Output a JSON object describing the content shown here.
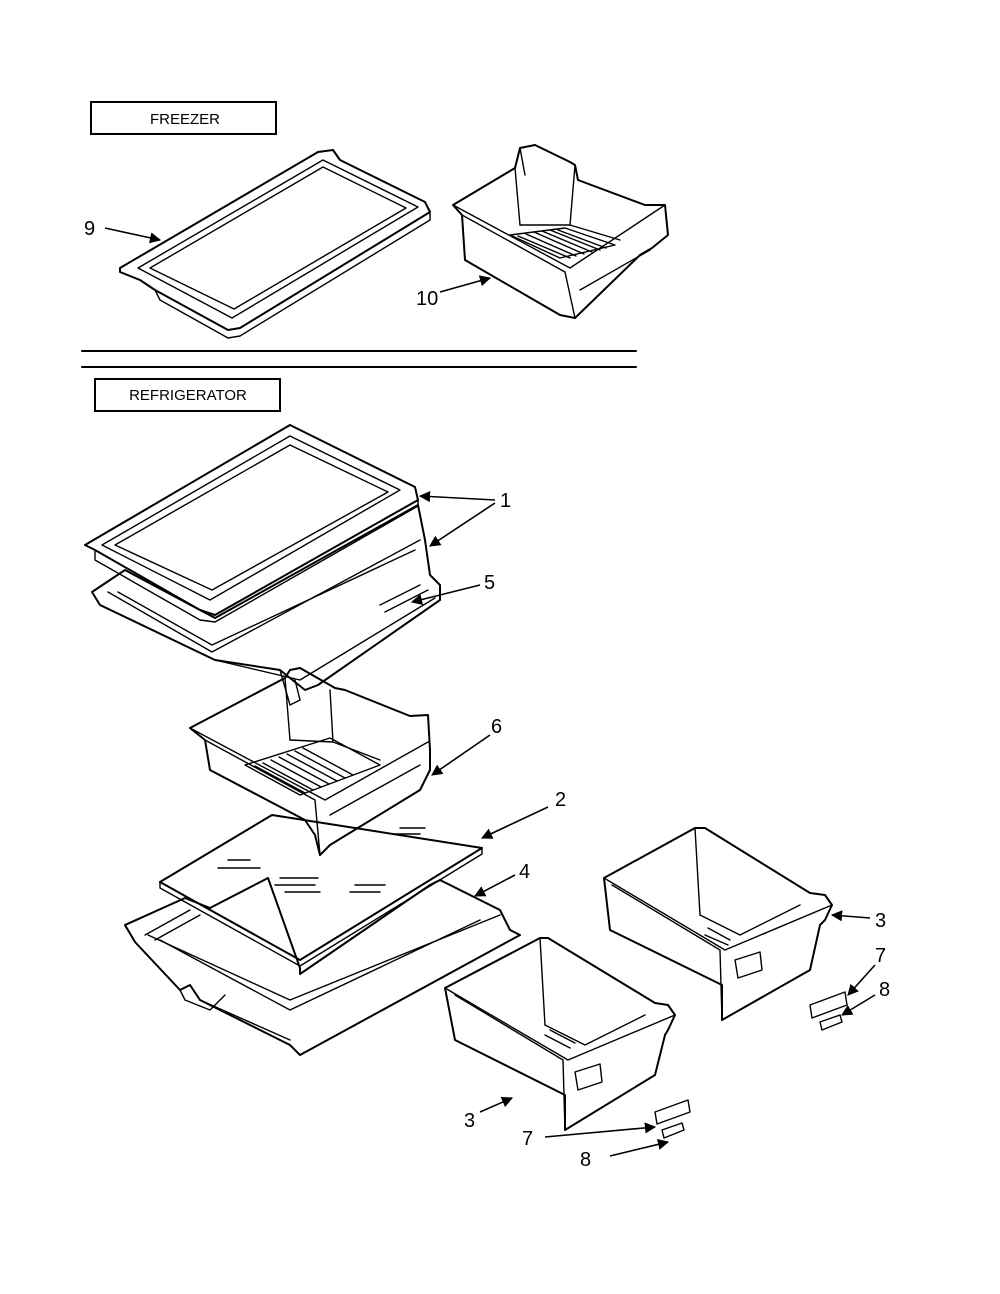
{
  "sections": {
    "freezer": "FREEZER",
    "refrigerator": "REFRIGERATOR"
  },
  "callouts": {
    "c9": "9",
    "c10": "10",
    "c1": "1",
    "c5": "5",
    "c6": "6",
    "c2": "2",
    "c4": "4",
    "c3_right": "3",
    "c7_right": "7",
    "c8_right": "8",
    "c3_left": "3",
    "c7_left": "7",
    "c8_left": "8"
  }
}
